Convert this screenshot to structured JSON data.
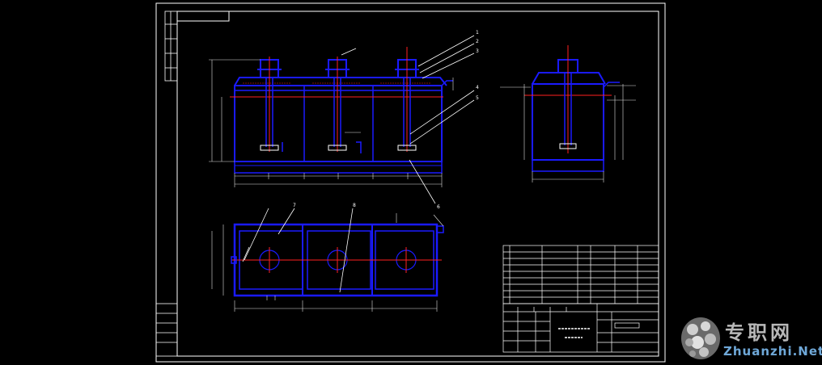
{
  "drawing": {
    "colors": {
      "frame": "#ffffff",
      "outline": "#1a1aff",
      "centerline": "#ff2020",
      "dimension": "#e0e0e0",
      "label_box": "#ffffff"
    },
    "callouts": [
      "1",
      "2",
      "3",
      "4",
      "5",
      "6",
      "7",
      "8"
    ]
  },
  "watermark": {
    "text_cn": "专职网",
    "text_en": "Zhuanzhi.Net"
  }
}
